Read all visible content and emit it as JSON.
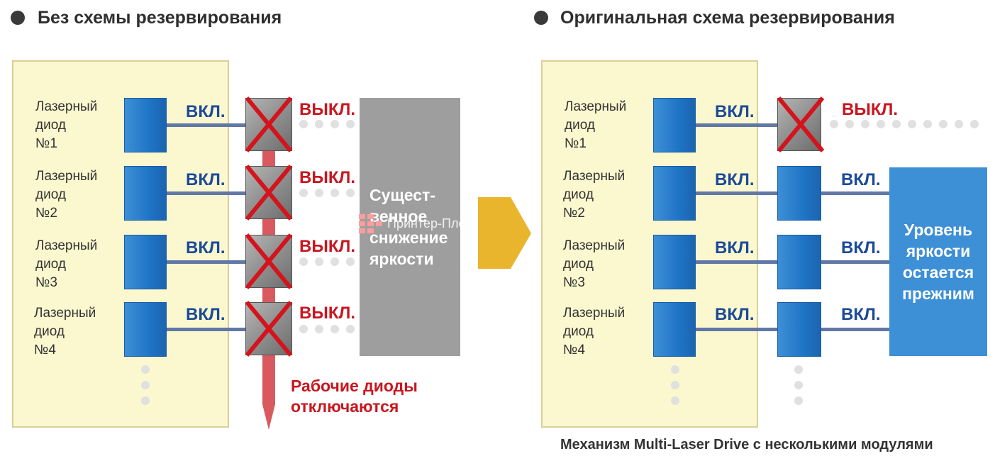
{
  "left": {
    "heading": "Без схемы резервирования",
    "diodes": [
      {
        "l1": "Лазерный",
        "l2": "диод",
        "l3": "№1"
      },
      {
        "l1": "Лазерный",
        "l2": "диод",
        "l3": "№2"
      },
      {
        "l1": "Лазерный",
        "l2": "диод",
        "l3": "№3"
      },
      {
        "l1": "Лазерный",
        "l2": "диод",
        "l3": "№4"
      }
    ],
    "on_label": "ВКЛ.",
    "off_label": "ВЫКЛ.",
    "result_lines": [
      "Сущест-",
      "венное",
      "снижение",
      "яркости"
    ],
    "note_lines": [
      "Рабочие диоды",
      "отключаются"
    ]
  },
  "right": {
    "heading": "Оригинальная схема резервирования",
    "diodes": [
      {
        "l1": "Лазерный",
        "l2": "диод",
        "l3": "№1"
      },
      {
        "l1": "Лазерный",
        "l2": "диод",
        "l3": "№2"
      },
      {
        "l1": "Лазерный",
        "l2": "диод",
        "l3": "№3"
      },
      {
        "l1": "Лазерный",
        "l2": "диод",
        "l3": "№4"
      }
    ],
    "on_label": "ВКЛ.",
    "off_label": "ВЫКЛ.",
    "result_lines": [
      "Уровень",
      "яркости",
      "остается",
      "прежним"
    ],
    "caption": "Механизм Multi-Laser Drive с несколькими модулями"
  },
  "watermark": "Принтер-Плоттер.ру",
  "colors": {
    "panel": "#fbf8cf",
    "diode_blue": "#1f74c6",
    "on_text": "#1b4a9a",
    "off_text": "#c8161f",
    "result_gray": "#9e9e9e",
    "result_blue": "#3d8fd6",
    "arrow_yellow": "#e8b52c"
  }
}
